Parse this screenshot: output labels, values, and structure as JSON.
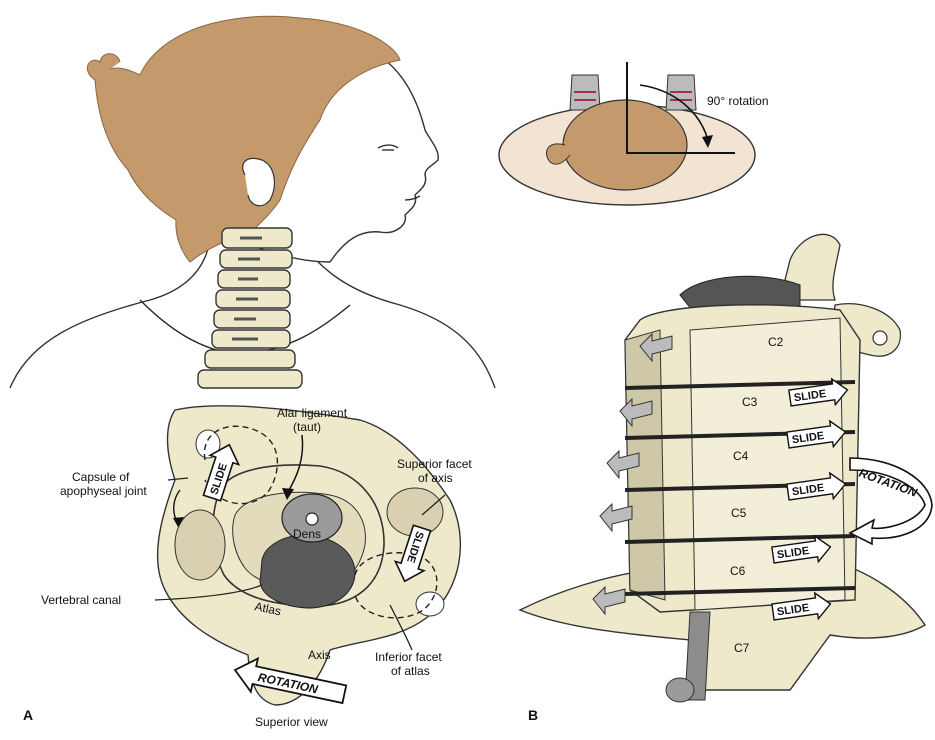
{
  "panel_a": {
    "top_view_label": "90° rotation",
    "labels": {
      "alar_ligament": "Alar ligament",
      "alar_taut": "(taut)",
      "capsule_line1": "Capsule of",
      "capsule_line2": "apophyseal joint",
      "superior_facet_line1": "Superior facet",
      "superior_facet_line2": "of axis",
      "dens": "Dens",
      "vertebral_canal": "Vertebral canal",
      "atlas": "Atlas",
      "axis": "Axis",
      "inferior_facet_line1": "Inferior facet",
      "inferior_facet_line2": "of atlas",
      "superior_view": "Superior view"
    },
    "slide_left": "SLIDE",
    "slide_right": "SLIDE",
    "rotation": "ROTATION",
    "panel_letter": "A"
  },
  "panel_b": {
    "vertebrae": [
      "C2",
      "C3",
      "C4",
      "C5",
      "C6",
      "C7"
    ],
    "slides": [
      "SLIDE",
      "SLIDE",
      "SLIDE",
      "SLIDE",
      "SLIDE"
    ],
    "rotation": "ROTATION",
    "panel_letter": "B"
  },
  "colors": {
    "hair": "#c49a6c",
    "skin": "#f2e3d3",
    "bone": "#efe9cc",
    "canal": "#555555"
  }
}
